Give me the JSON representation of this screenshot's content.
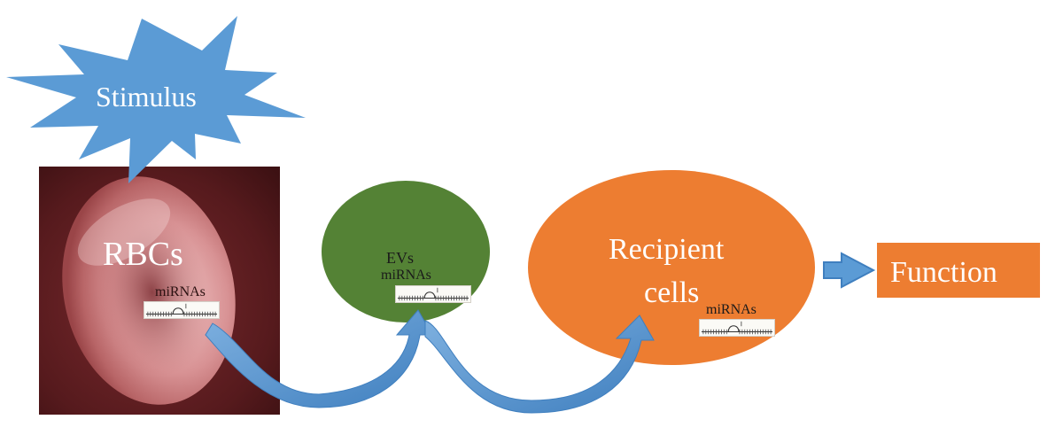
{
  "stimulus": {
    "label": "Stimulus"
  },
  "rbc": {
    "label": "RBCs",
    "mirna_label": "miRNAs"
  },
  "evs": {
    "label": "EVs",
    "mirna_label": "miRNAs"
  },
  "recipient": {
    "label_line1": "Recipient",
    "label_line2": "cells",
    "mirna_label": "miRNAs"
  },
  "function": {
    "label": "Function"
  },
  "colors": {
    "stimulus": "#5b9bd5",
    "evs": "#548235",
    "recipient": "#ed7d31",
    "function": "#ed7d31",
    "arrow": "#5b9bd5",
    "rbc_background": "#5c1a1c"
  },
  "icons": [
    "starburst-shape",
    "red-blood-cell-image",
    "mirna-hairpin-icon",
    "curved-arrow",
    "block-arrow-right"
  ]
}
